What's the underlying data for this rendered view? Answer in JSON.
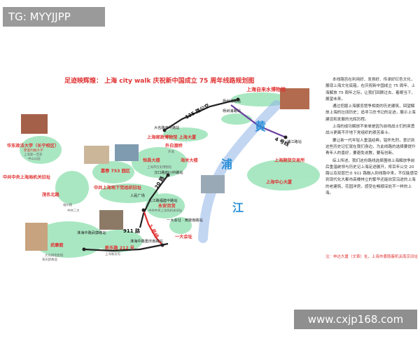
{
  "watermark": {
    "tag": "TG: MYYJJPP",
    "footer": "www.cxjp168.com"
  },
  "title": "足迹映辉煌： 上海 city walk 庆祝新中国成立 75 周年线路规划图",
  "river": {
    "chars": [
      "黄",
      "浦",
      "江"
    ]
  },
  "route_labels": {
    "bus_135": "135 路公交",
    "metro_4": "4 号线",
    "bus_20": "20 路",
    "metro_1": "1 号线",
    "bus_911": "911 路"
  },
  "stations": {
    "yangshupu_a": "杨树浦路站",
    "yangshupu_b": "杨树浦路站",
    "dagu": "大名路南浔路站",
    "pujian": "浦江路站",
    "hankou": "汉口路四川中路站",
    "people": "人民广场",
    "jiujiang": "九江路福建中路站",
    "dahui": "一大会址 · 黄陂南路站",
    "huaihai": "淮海中路武康路站",
    "huaihai_chongqing": "淮海中路重庆南路站"
  },
  "places": {
    "east_china": "华东政法大学（长宁校区）",
    "east_china_sub": "原圣约翰大学",
    "zhongshan": "中共中央上海局机关旧址",
    "jiashou": "嘉春 753 园区",
    "underground": "中共上海地下党组织旧址",
    "waterworks": "上海自来水博物馆",
    "post_office": "上海邮政博物馆  上海大厦",
    "post_sub": "外白渡桥",
    "customs": "海关大楼",
    "hengchang": "恒昌大楼",
    "exchange": "上海期货交易所",
    "center": "上海中心大厦",
    "yong_an": "永安百货",
    "yida": "一大会址",
    "mingyuan": "茂名北路",
    "wukang": "武康庭",
    "xinle": "新乐路 212 号",
    "small_1": "中山公园",
    "small_2": "福州路",
    "small_3": "中共二大",
    "small_4": "中共中央上海局机关旧址",
    "small_5": "大光明电影院",
    "small_6": "上海展览馆",
    "small_7": "宋庆龄故居",
    "small_8": "上海市历史博物馆",
    "small_9": "外滩",
    "small_10": "上海第一百货"
  },
  "side_text": [
    "本线路旨在利用好、发扬好、传承好红色文化，展现上海文化底蕴，在庆祝新中国成立 75 周年、上海解放 75 周年之际，让我们回顾过去、着眼当下、展望未来。",
    "通过挖掘上海展览馆争相类的历史建筑，回望解放上海的壮阔历史；追寻习总书记的足迹，展示上海建设和发展的光辉历程。",
    "上海的成功解放不单单是因为前线战士们的英勇战斗更离不开地下党组织的艰苦奋斗。",
    "要让新一代年轻人重温经典，铭怀先烈，意识到这些历史记忆就在我们身边，为此线路的选择要提升青年人的喜好，要避免说教，要有创新。",
    "综上所述，我们这份路线选择围绕上海解放争前后重温统领与历史记上海足迹展开，将百年公交 20 路以及双层巴士 911 路融入到线路中来，不仅能感受到现代化大都市高楼林立的繁华还能欣赏沿途的上海的老建筑，花园洋房，感受在畅顺深处不一样的上海。"
  ],
  "side_note": "注：申达大厦（文章）址，上海市委隐蔽机关南京旧址"
}
